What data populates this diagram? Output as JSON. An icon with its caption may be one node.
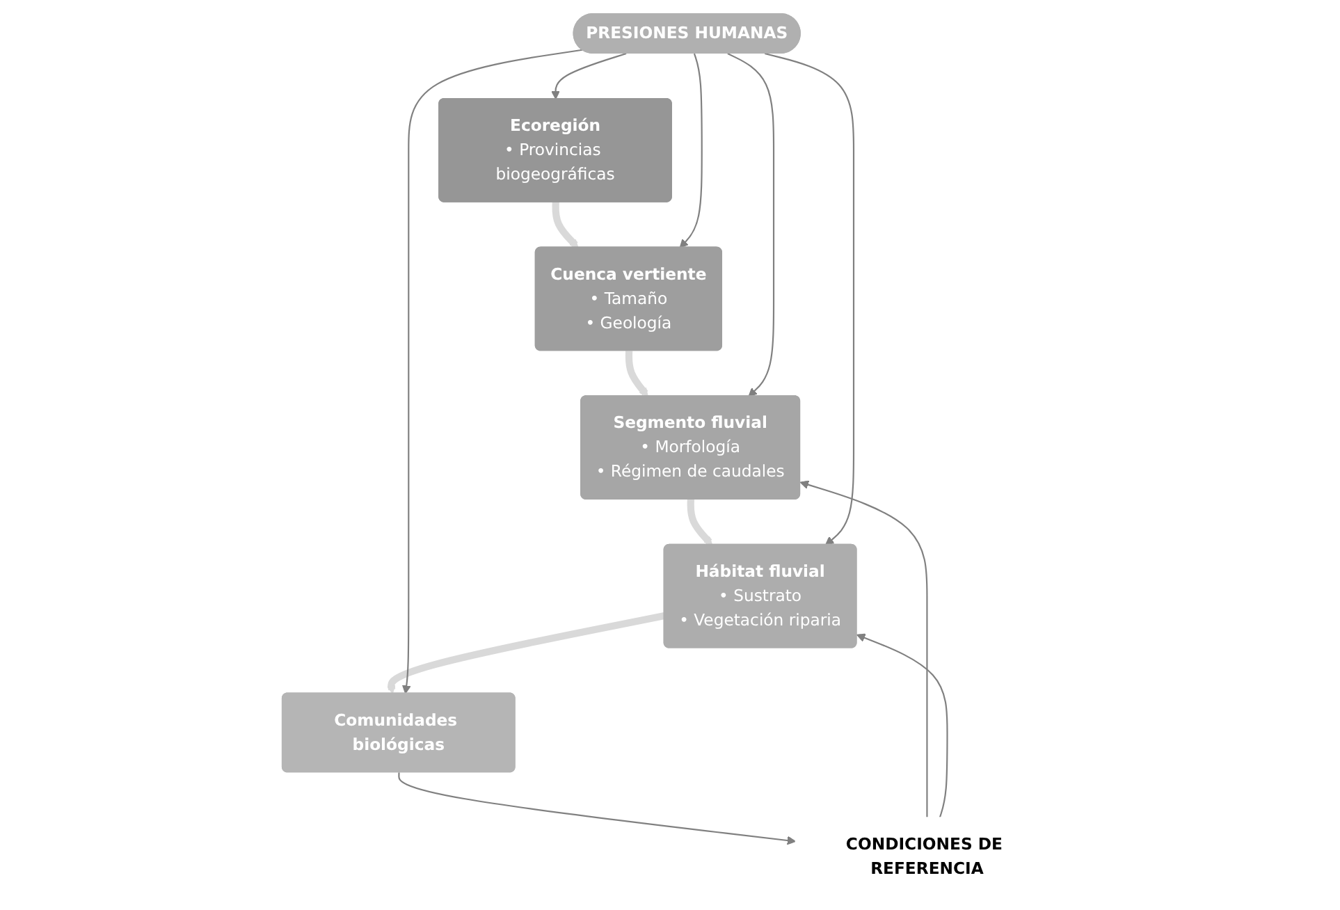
{
  "diagram": {
    "nodes": [
      {
        "text": [
          "Ecoregión",
          "• Provincias biogeográficas"
        ]
      },
      {
        "text": [
          "Cuenca vertiente",
          "• Tamaño",
          "• Geología"
        ]
      },
      {
        "text": [
          "Segmento fluvial",
          "• Morfología",
          "• Régimen de caudales"
        ]
      },
      {
        "text": [
          "Hábitat fluvial",
          "• Sustrato",
          "• Vegetación riparia"
        ]
      },
      {
        "text": [
          "Comunidades biológicas"
        ]
      },
      {
        "text": [
          "PRESIONES HUMANAS"
        ]
      },
      {
        "text": [
          "CONDICIONES DE REFERENCIA"
        ]
      }
    ],
    "edges": [
      {
        "from": 0,
        "to": 1,
        "arrow": "to",
        "style": "thick",
        "color": "#d9d9d9"
      },
      {
        "from": 1,
        "to": 2,
        "arrow": "to",
        "style": "thick",
        "color": "#d9d9d9"
      },
      {
        "from": 2,
        "to": 3,
        "arrow": "to",
        "style": "thick",
        "color": "#d9d9d9"
      },
      {
        "from": 3,
        "to": 4,
        "arrow": "to",
        "style": "thick",
        "color": "#d9d9d9"
      },
      {
        "from": 5,
        "to": 0,
        "arrow": "to"
      },
      {
        "from": 5,
        "to": 1,
        "arrow": "to"
      },
      {
        "from": 5,
        "to": 2,
        "arrow": "to"
      },
      {
        "from": 5,
        "to": 3,
        "arrow": "to"
      },
      {
        "from": 5,
        "to": 4,
        "arrow": "to"
      },
      {
        "from": 4,
        "to": 6,
        "arrow": "to"
      },
      {
        "from": 6,
        "to": 2,
        "arrow": "to"
      },
      {
        "from": 6,
        "to": 3,
        "arrow": "to"
      }
    ]
  }
}
